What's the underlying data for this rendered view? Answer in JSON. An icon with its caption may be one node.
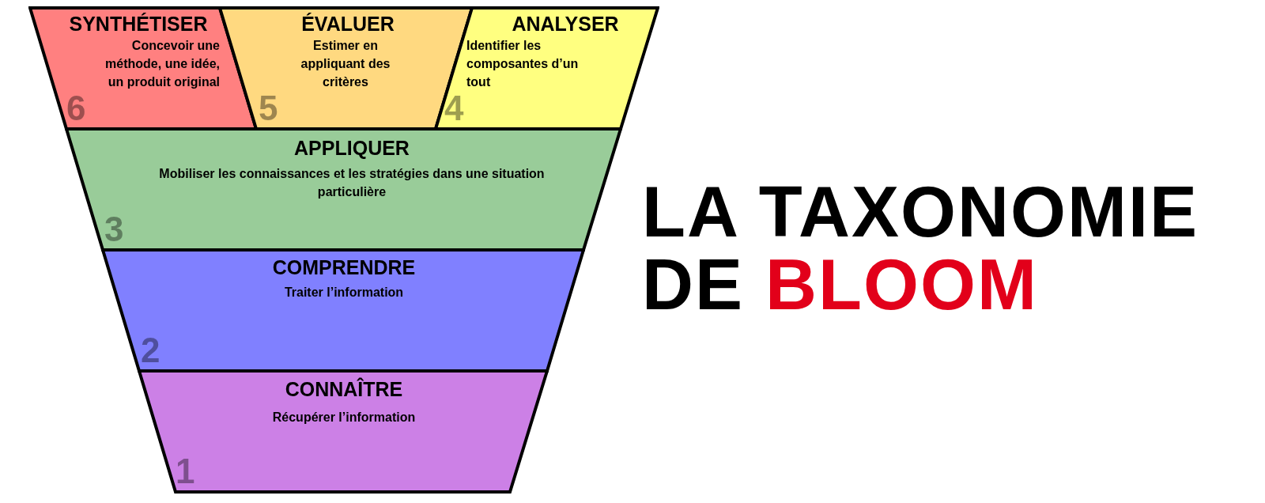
{
  "diagram": {
    "title": "LA TAXONOMIE DE BLOOM",
    "nodes": [
      {
        "text": [
          "SYNTHÉTISER",
          "Concevoir une méthode, une idée, un produit original",
          "6"
        ]
      },
      {
        "text": [
          "ÉVALUER",
          "Estimer en appliquant des critères",
          "5"
        ]
      },
      {
        "text": [
          "ANALYSER",
          "Identifier les composantes d’un tout",
          "4"
        ]
      },
      {
        "text": [
          "APPLIQUER",
          "Mobiliser les connaissances et les stratégies dans une situation particulière",
          "3"
        ]
      },
      {
        "text": [
          "COMPRENDRE",
          "Traiter l’information",
          "2"
        ]
      },
      {
        "text": [
          "CONNAÎTRE",
          "Récupérer l’information",
          "1"
        ]
      }
    ],
    "edges": []
  }
}
